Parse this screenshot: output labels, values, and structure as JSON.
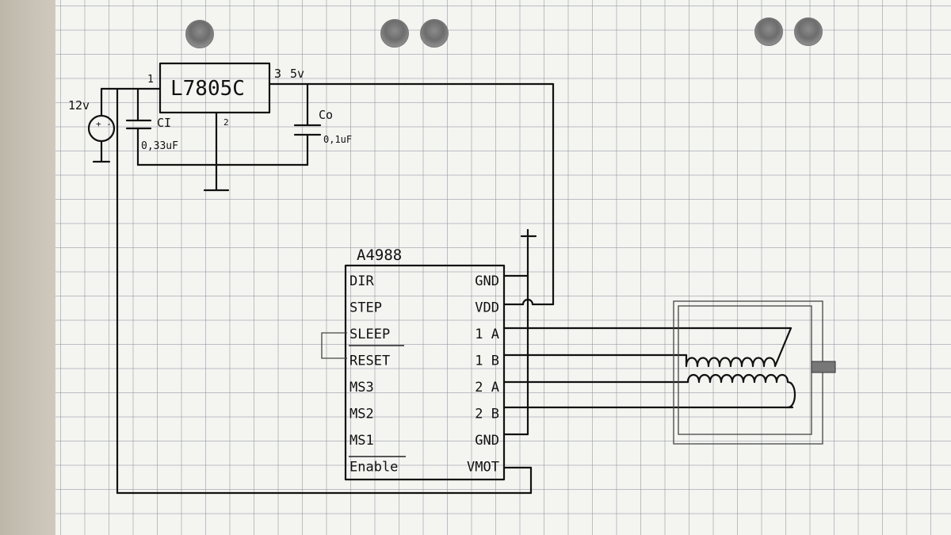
{
  "regulator": {
    "name": "L7805C",
    "pin_in": "1",
    "pin_gnd": "2",
    "pin_out": "3",
    "out_voltage": "5v"
  },
  "supply": {
    "voltage": "12v",
    "symbol": "+ -"
  },
  "capacitors": {
    "input": {
      "name": "CI",
      "value": "0,33uF"
    },
    "output": {
      "name": "Co",
      "value": "0,1uF"
    }
  },
  "driver": {
    "name": "A4988",
    "left_pins": [
      "DIR",
      "STEP",
      "SLEEP",
      "RESET",
      "MS3",
      "MS2",
      "MS1",
      "Enable"
    ],
    "right_pins": [
      "GND",
      "VDD",
      "1 A",
      "1 B",
      "2 A",
      "2 B",
      "GND",
      "VMOT"
    ]
  },
  "motor": {
    "type": "stepper",
    "coils": 2
  },
  "colors": {
    "ink": "#111111",
    "grid": "#8c919b",
    "paper": "#f4f4f1"
  }
}
